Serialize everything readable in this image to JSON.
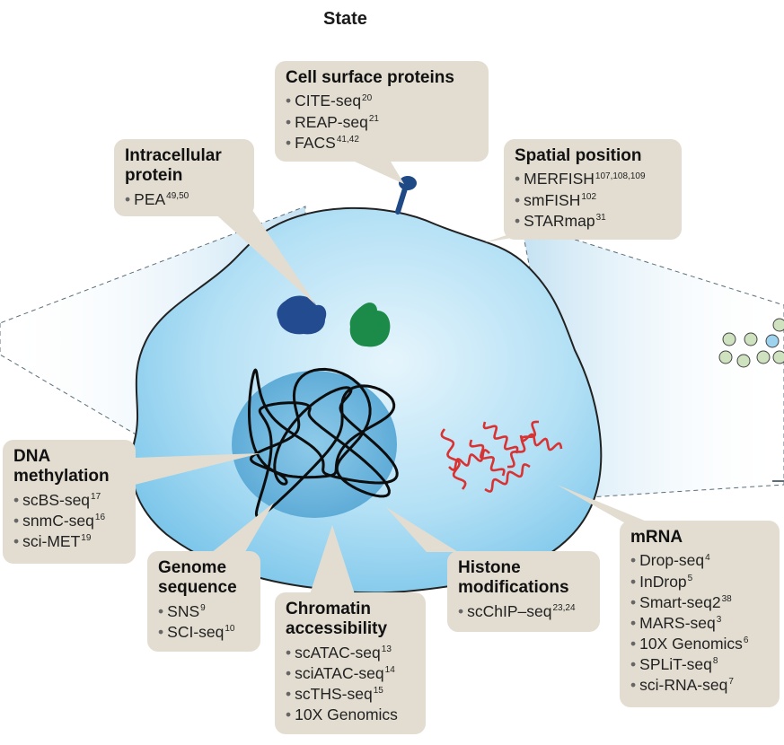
{
  "title": "State",
  "categories": [
    {
      "id": "cell-surface-proteins",
      "title": "Cell surface proteins",
      "items": [
        {
          "label": "CITE-seq",
          "ref": "20"
        },
        {
          "label": "REAP-seq",
          "ref": "21"
        },
        {
          "label": "FACS",
          "ref": "41,42"
        }
      ]
    },
    {
      "id": "intracellular-protein",
      "title": "Intracellular protein",
      "items": [
        {
          "label": "PEA",
          "ref": "49,50"
        }
      ]
    },
    {
      "id": "spatial-position",
      "title": "Spatial position",
      "items": [
        {
          "label": "MERFISH",
          "ref": "107,108,109"
        },
        {
          "label": "smFISH",
          "ref": "102"
        },
        {
          "label": "STARmap",
          "ref": "31"
        }
      ]
    },
    {
      "id": "dna-methylation",
      "title": "DNA methylation",
      "items": [
        {
          "label": "scBS-seq",
          "ref": "17"
        },
        {
          "label": "snmC-seq",
          "ref": "16"
        },
        {
          "label": "sci-MET",
          "ref": "19"
        }
      ]
    },
    {
      "id": "genome-sequence",
      "title": "Genome sequence",
      "items": [
        {
          "label": "SNS",
          "ref": "9"
        },
        {
          "label": "SCI-seq",
          "ref": "10"
        }
      ]
    },
    {
      "id": "chromatin-accessibility",
      "title": "Chromatin accessibility",
      "items": [
        {
          "label": "scATAC-seq",
          "ref": "13"
        },
        {
          "label": "sciATAC-seq",
          "ref": "14"
        },
        {
          "label": "scTHS-seq",
          "ref": "15"
        },
        {
          "label": "10X Genomics",
          "ref": ""
        }
      ]
    },
    {
      "id": "histone-modifications",
      "title": "Histone modifications",
      "items": [
        {
          "label": "scChIP–seq",
          "ref": "23,24"
        }
      ]
    },
    {
      "id": "mrna",
      "title": "mRNA",
      "items": [
        {
          "label": "Drop-seq",
          "ref": "4"
        },
        {
          "label": "InDrop",
          "ref": "5"
        },
        {
          "label": "Smart-seq2",
          "ref": "38"
        },
        {
          "label": "MARS-seq",
          "ref": "3"
        },
        {
          "label": "10X Genomics",
          "ref": "6"
        },
        {
          "label": "SPLiT-seq",
          "ref": "8"
        },
        {
          "label": "sci-RNA-seq",
          "ref": "7"
        }
      ]
    }
  ],
  "colors": {
    "box": "#e3ddd1",
    "cell": "#9dd3ee",
    "cell_outline": "#222222",
    "nucleus": "#62aed9",
    "protein_blue": "#234b8f",
    "protein_green": "#1c8a48",
    "mrna": "#d93232",
    "projection": "#cde6f4",
    "neighbor_cell": "#cfe2c0",
    "neighbor_highlight": "#9dd3ee"
  }
}
